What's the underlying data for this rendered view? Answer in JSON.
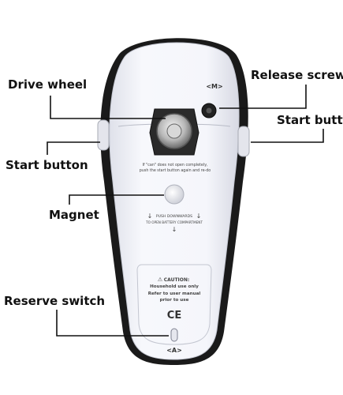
{
  "labels": {
    "drive_wheel": "Drive wheel",
    "release_screw": "Release screw",
    "start_button_right": "Start button",
    "start_button_left": "Start button",
    "magnet": "Magnet",
    "reserve_switch": "Reserve switch"
  },
  "device": {
    "top_mark": "<M>",
    "bottom_mark": "<A>",
    "instruction_line_1": "If \"can\" does not open completely,",
    "instruction_line_2": "push the start button again and re-do",
    "push_line_1": "PUSH DOWNWARDS",
    "push_line_2": "TO OPEN BATTERY COMPARTMENT",
    "caution_title": "CAUTION:",
    "caution_line_1": "Household use only",
    "caution_line_2": "Refer to user manual",
    "caution_line_3": "prior to use",
    "ce_mark": "CE"
  },
  "colors": {
    "body_white": "#f4f5fa",
    "body_black": "#1a1a1a",
    "chrome": "#c9c9c9",
    "text": "#111111"
  }
}
